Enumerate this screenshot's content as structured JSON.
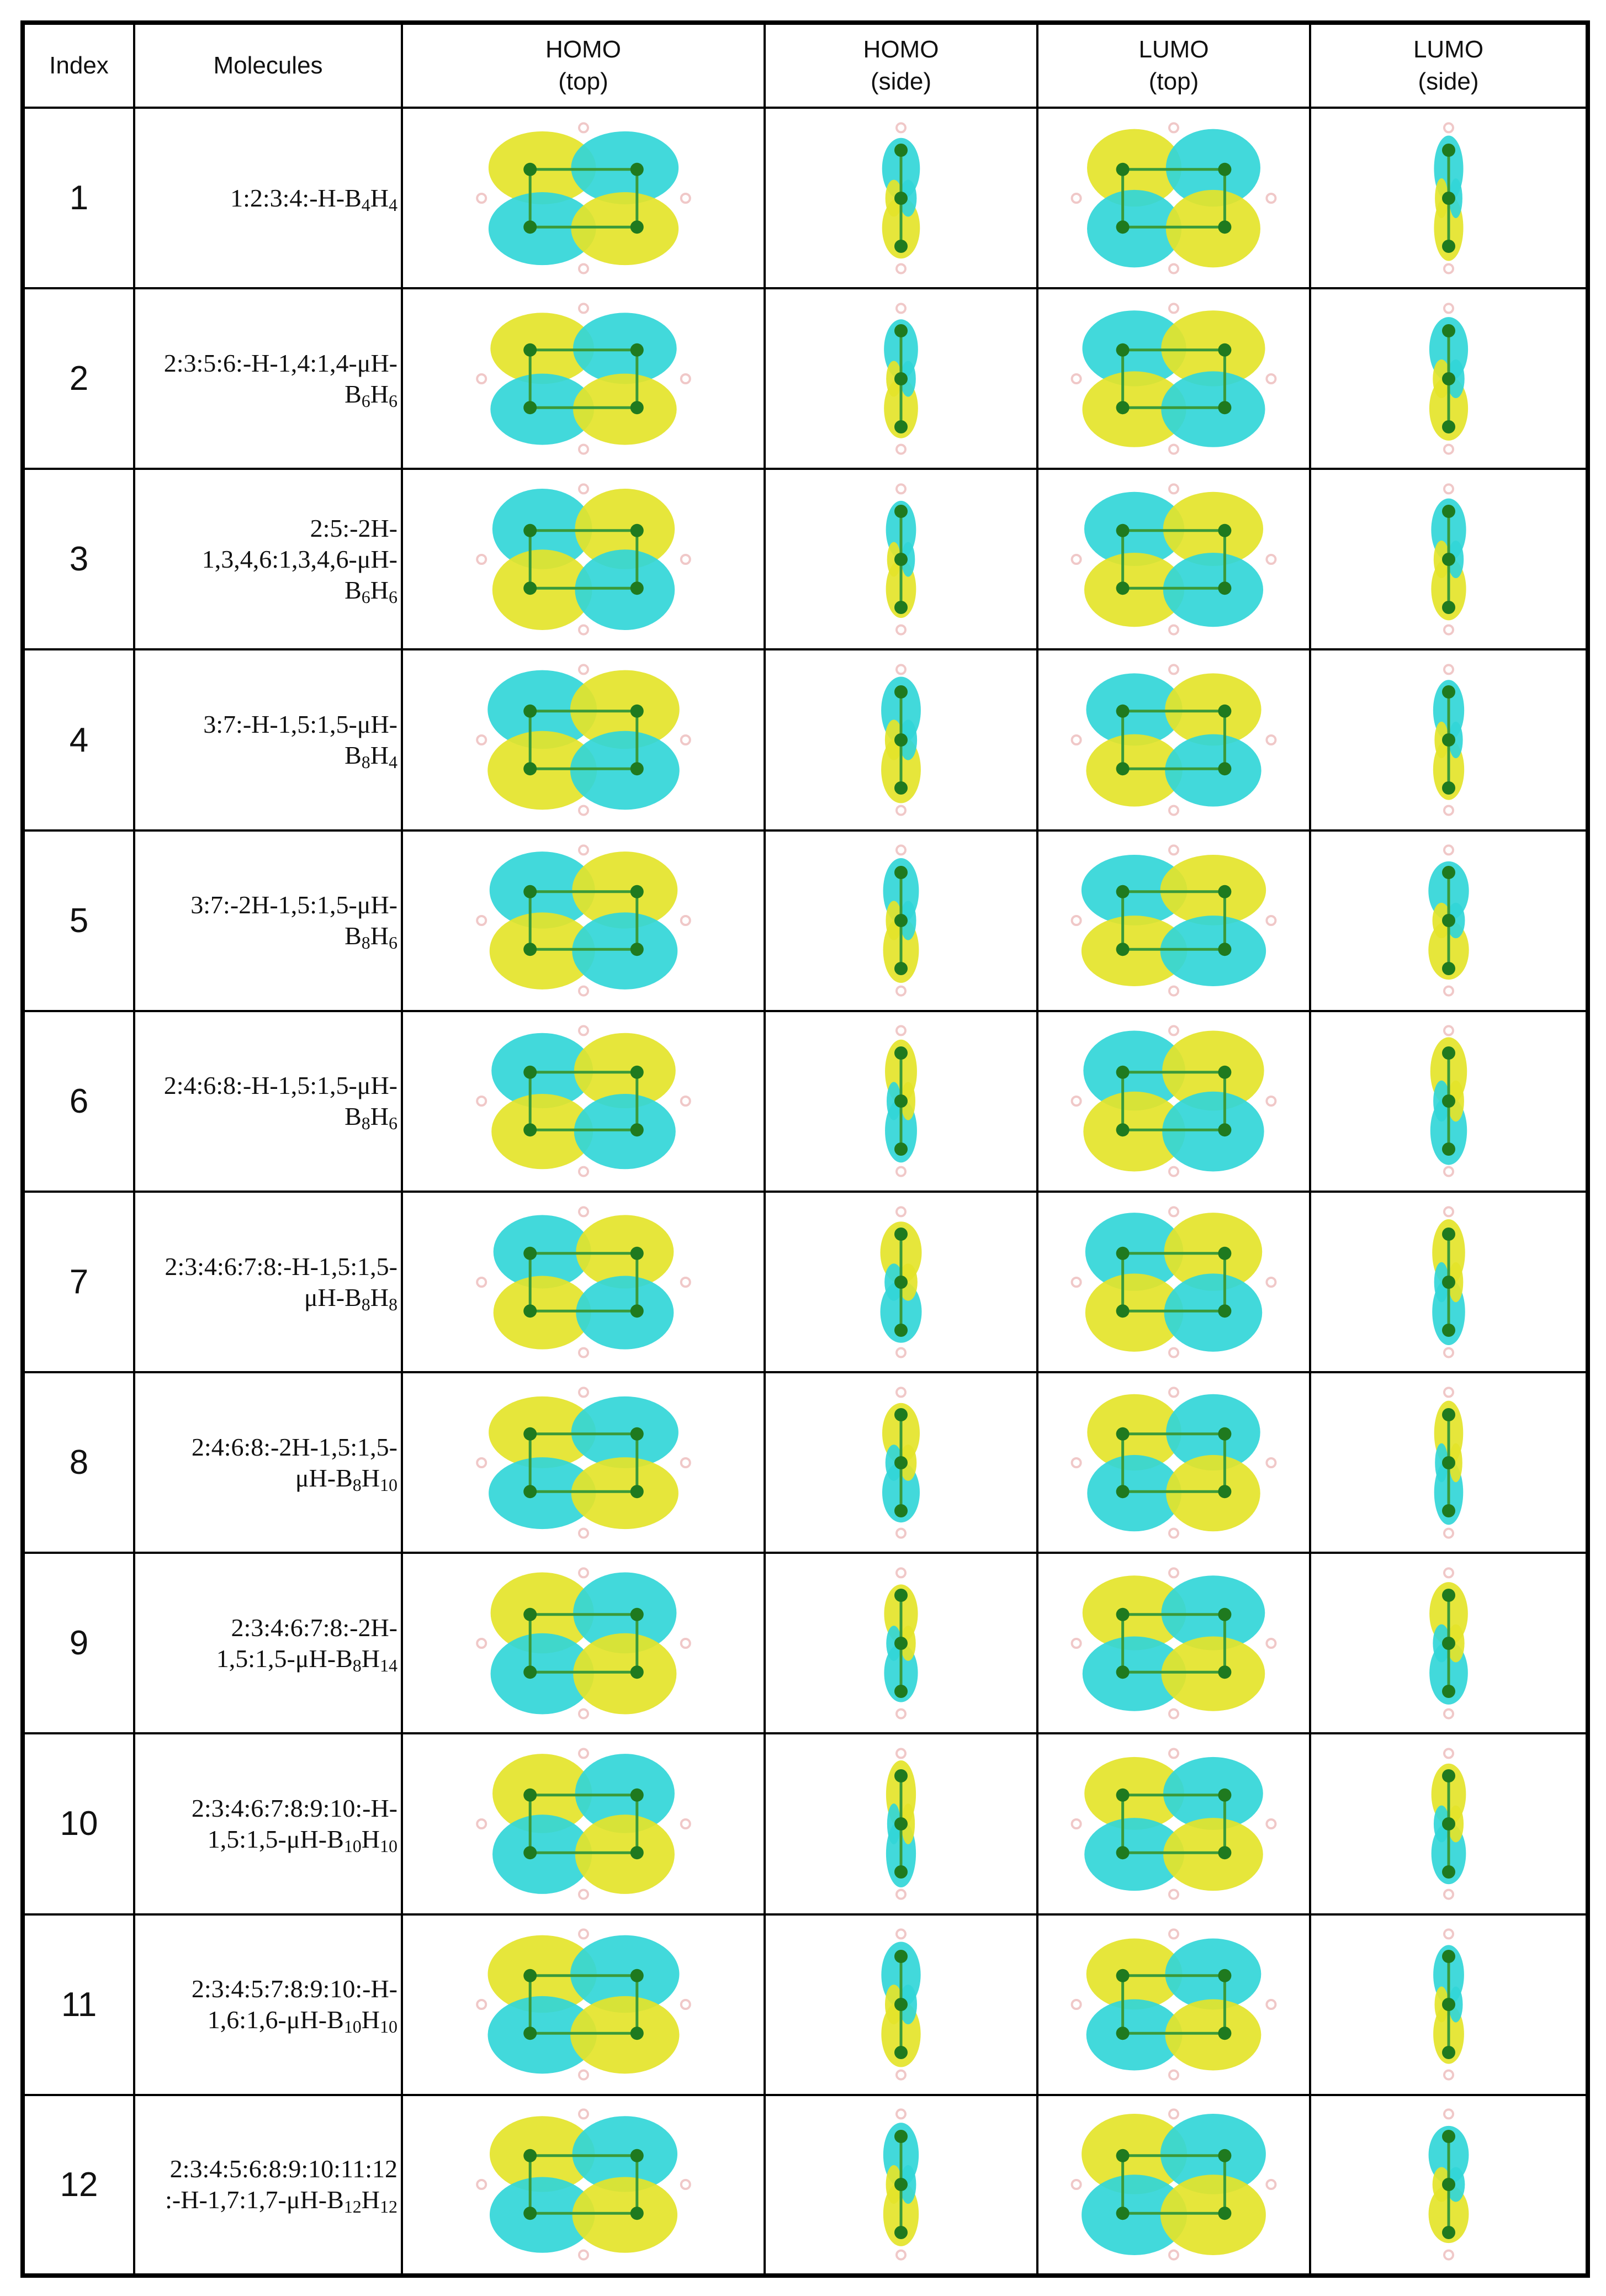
{
  "headers": [
    "Index",
    "Molecules",
    "HOMO\n(top)",
    "HOMO\n(side)",
    "LUMO\n(top)",
    "LUMO\n(side)"
  ],
  "colors": {
    "lobe_yellow": "#e4e42a",
    "lobe_cyan": "#32d6d8",
    "boron_atom": "#1f7a1f",
    "hydrogen_atom": "#f0c8c8"
  },
  "rows": [
    {
      "index": "1",
      "molecule": [
        [
          "t",
          "1:2:3:4:-H-B"
        ],
        [
          "s",
          "4"
        ],
        [
          "t",
          "H"
        ],
        [
          "s",
          "4"
        ]
      ]
    },
    {
      "index": "2",
      "molecule": [
        [
          "t",
          "2:3:5:6:-H-1,4:1,4-μH-\nB"
        ],
        [
          "s",
          "6"
        ],
        [
          "t",
          "H"
        ],
        [
          "s",
          "6"
        ]
      ]
    },
    {
      "index": "3",
      "molecule": [
        [
          "t",
          "2:5:-2H-\n1,3,4,6:1,3,4,6-μH-\nB"
        ],
        [
          "s",
          "6"
        ],
        [
          "t",
          "H"
        ],
        [
          "s",
          "6"
        ]
      ]
    },
    {
      "index": "4",
      "molecule": [
        [
          "t",
          "3:7:-H-1,5:1,5-μH-\nB"
        ],
        [
          "s",
          "8"
        ],
        [
          "t",
          "H"
        ],
        [
          "s",
          "4"
        ]
      ]
    },
    {
      "index": "5",
      "molecule": [
        [
          "t",
          "3:7:-2H-1,5:1,5-μH-\nB"
        ],
        [
          "s",
          "8"
        ],
        [
          "t",
          "H"
        ],
        [
          "s",
          "6"
        ]
      ]
    },
    {
      "index": "6",
      "molecule": [
        [
          "t",
          "2:4:6:8:-H-1,5:1,5-μH-\nB"
        ],
        [
          "s",
          "8"
        ],
        [
          "t",
          "H"
        ],
        [
          "s",
          "6"
        ]
      ]
    },
    {
      "index": "7",
      "molecule": [
        [
          "t",
          "2:3:4:6:7:8:-H-1,5:1,5-\nμH-B"
        ],
        [
          "s",
          "8"
        ],
        [
          "t",
          "H"
        ],
        [
          "s",
          "8"
        ]
      ]
    },
    {
      "index": "8",
      "molecule": [
        [
          "t",
          "2:4:6:8:-2H-1,5:1,5-\nμH-B"
        ],
        [
          "s",
          "8"
        ],
        [
          "t",
          "H"
        ],
        [
          "s",
          "10"
        ]
      ]
    },
    {
      "index": "9",
      "molecule": [
        [
          "t",
          "2:3:4:6:7:8:-2H-\n1,5:1,5-μH-B"
        ],
        [
          "s",
          "8"
        ],
        [
          "t",
          "H"
        ],
        [
          "s",
          "14"
        ]
      ]
    },
    {
      "index": "10",
      "molecule": [
        [
          "t",
          "2:3:4:6:7:8:9:10:-H-\n1,5:1,5-μH-B"
        ],
        [
          "s",
          "10"
        ],
        [
          "t",
          "H"
        ],
        [
          "s",
          "10"
        ]
      ]
    },
    {
      "index": "11",
      "molecule": [
        [
          "t",
          "2:3:4:5:7:8:9:10:-H-\n1,6:1,6-μH-B"
        ],
        [
          "s",
          "10"
        ],
        [
          "t",
          "H"
        ],
        [
          "s",
          "10"
        ]
      ]
    },
    {
      "index": "12",
      "molecule": [
        [
          "t",
          "2:3:4:5:6:8:9:10:11:12\n:-H-1,7:1,7-μH-B"
        ],
        [
          "s",
          "12"
        ],
        [
          "t",
          "H"
        ],
        [
          "s",
          "12"
        ]
      ]
    }
  ]
}
